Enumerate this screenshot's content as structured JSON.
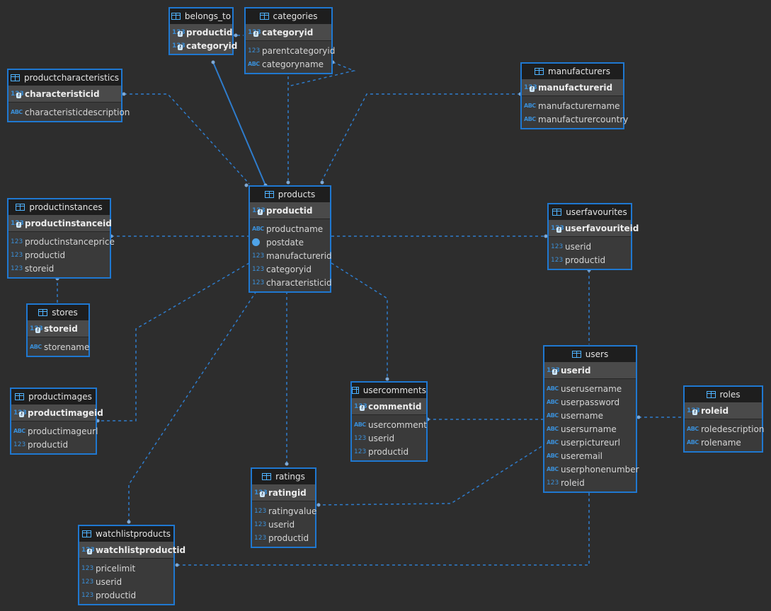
{
  "colors": {
    "background": "#2d2d2d",
    "entity_border": "#1f78d1",
    "link": "#2e7ccc",
    "header_bg": "#1e1e1e"
  },
  "entities": {
    "belongs_to": {
      "name": "belongs_to",
      "pk": [
        {
          "name": "productid",
          "type": "123"
        },
        {
          "name": "categoryid",
          "type": "123"
        }
      ],
      "fields": []
    },
    "categories": {
      "name": "categories",
      "pk": [
        {
          "name": "categoryid",
          "type": "123"
        }
      ],
      "fields": [
        {
          "name": "parentcategoryid",
          "type": "123"
        },
        {
          "name": "categoryname",
          "type": "ABC"
        }
      ]
    },
    "productcharacteristics": {
      "name": "productcharacteristics",
      "pk": [
        {
          "name": "characteristicid",
          "type": "123"
        }
      ],
      "fields": [
        {
          "name": "characteristicdescription",
          "type": "ABC"
        }
      ]
    },
    "manufacturers": {
      "name": "manufacturers",
      "pk": [
        {
          "name": "manufacturerid",
          "type": "123"
        }
      ],
      "fields": [
        {
          "name": "manufacturername",
          "type": "ABC"
        },
        {
          "name": "manufacturercountry",
          "type": "ABC"
        }
      ]
    },
    "products": {
      "name": "products",
      "pk": [
        {
          "name": "productid",
          "type": "123"
        }
      ],
      "fields": [
        {
          "name": "productname",
          "type": "ABC"
        },
        {
          "name": "postdate",
          "type": "clock"
        },
        {
          "name": "manufacturerid",
          "type": "123"
        },
        {
          "name": "categoryid",
          "type": "123"
        },
        {
          "name": "characteristicid",
          "type": "123"
        }
      ]
    },
    "productinstances": {
      "name": "productinstances",
      "pk": [
        {
          "name": "productinstanceid",
          "type": "123"
        }
      ],
      "fields": [
        {
          "name": "productinstanceprice",
          "type": "123"
        },
        {
          "name": "productid",
          "type": "123"
        },
        {
          "name": "storeid",
          "type": "123"
        }
      ]
    },
    "userfavourites": {
      "name": "userfavourites",
      "pk": [
        {
          "name": "userfavouriteid",
          "type": "123"
        }
      ],
      "fields": [
        {
          "name": "userid",
          "type": "123"
        },
        {
          "name": "productid",
          "type": "123"
        }
      ]
    },
    "stores": {
      "name": "stores",
      "pk": [
        {
          "name": "storeid",
          "type": "123"
        }
      ],
      "fields": [
        {
          "name": "storename",
          "type": "ABC"
        }
      ]
    },
    "users": {
      "name": "users",
      "pk": [
        {
          "name": "userid",
          "type": "123"
        }
      ],
      "fields": [
        {
          "name": "userusername",
          "type": "ABC"
        },
        {
          "name": "userpassword",
          "type": "ABC"
        },
        {
          "name": "username",
          "type": "ABC"
        },
        {
          "name": "usersurname",
          "type": "ABC"
        },
        {
          "name": "userpictureurl",
          "type": "ABC"
        },
        {
          "name": "useremail",
          "type": "ABC"
        },
        {
          "name": "userphonenumber",
          "type": "ABC"
        },
        {
          "name": "roleid",
          "type": "123"
        }
      ]
    },
    "productimages": {
      "name": "productimages",
      "pk": [
        {
          "name": "productimageid",
          "type": "123"
        }
      ],
      "fields": [
        {
          "name": "productimageurl",
          "type": "ABC"
        },
        {
          "name": "productid",
          "type": "123"
        }
      ]
    },
    "usercomments": {
      "name": "usercomments",
      "pk": [
        {
          "name": "commentid",
          "type": "123"
        }
      ],
      "fields": [
        {
          "name": "usercomment",
          "type": "ABC"
        },
        {
          "name": "userid",
          "type": "123"
        },
        {
          "name": "productid",
          "type": "123"
        }
      ]
    },
    "roles": {
      "name": "roles",
      "pk": [
        {
          "name": "roleid",
          "type": "123"
        }
      ],
      "fields": [
        {
          "name": "roledescription",
          "type": "ABC"
        },
        {
          "name": "rolename",
          "type": "ABC"
        }
      ]
    },
    "ratings": {
      "name": "ratings",
      "pk": [
        {
          "name": "ratingid",
          "type": "123"
        }
      ],
      "fields": [
        {
          "name": "ratingvalue",
          "type": "123"
        },
        {
          "name": "userid",
          "type": "123"
        },
        {
          "name": "productid",
          "type": "123"
        }
      ]
    },
    "watchlistproducts": {
      "name": "watchlistproducts",
      "pk": [
        {
          "name": "watchlistproductid",
          "type": "123"
        }
      ],
      "fields": [
        {
          "name": "pricelimit",
          "type": "123"
        },
        {
          "name": "userid",
          "type": "123"
        },
        {
          "name": "productid",
          "type": "123"
        }
      ]
    }
  }
}
